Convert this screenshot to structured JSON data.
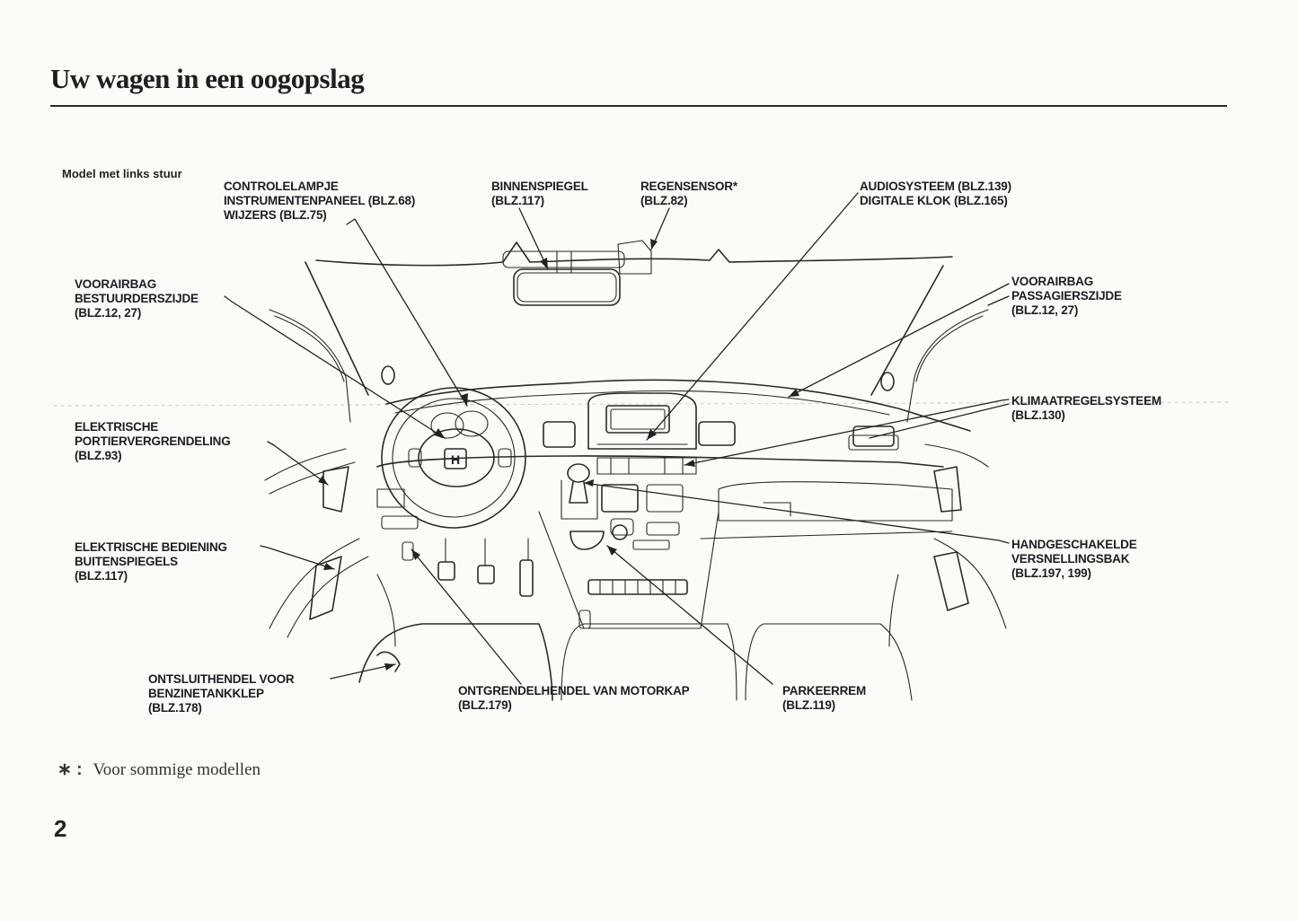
{
  "page": {
    "title": "Uw wagen in een oogopslag",
    "subtitle": "Model met links stuur",
    "page_number": "2"
  },
  "labels": {
    "controlelampje": [
      "CONTROLELAMPJE",
      "INSTRUMENTENPANEEL (BLZ.68)",
      "WIJZERS (BLZ.75)"
    ],
    "binnenspiegel": [
      "BINNENSPIEGEL",
      "(BLZ.117)"
    ],
    "regensensor": [
      "REGENSENSOR*",
      "(BLZ.82)"
    ],
    "audiosysteem": [
      "AUDIOSYSTEEM (BLZ.139)",
      "DIGITALE KLOK (BLZ.165)"
    ],
    "voorairbag_bestuurder": [
      "VOORAIRBAG",
      "BESTUURDERSZIJDE",
      "(BLZ.12, 27)"
    ],
    "voorairbag_passagier": [
      "VOORAIRBAG",
      "PASSAGIERSZIJDE",
      "(BLZ.12, 27)"
    ],
    "portiervergrendeling": [
      "ELEKTRISCHE",
      "PORTIERVERGRENDELING",
      "(BLZ.93)"
    ],
    "klimaatregelsysteem": [
      "KLIMAATREGELSYSTEEM",
      "(BLZ.130)"
    ],
    "buitenspiegels": [
      "ELEKTRISCHE BEDIENING",
      "BUITENSPIEGELS",
      "(BLZ.117)"
    ],
    "versnellingsbak": [
      "HANDGESCHAKELDE",
      "VERSNELLINGSBAK",
      "(BLZ.197, 199)"
    ],
    "benzinetankklep": [
      "ONTSLUITHENDEL VOOR",
      "BENZINETANKKLEP",
      "(BLZ.178)"
    ],
    "motorkap": [
      "ONTGRENDELHENDEL VAN MOTORKAP",
      "(BLZ.179)"
    ],
    "parkeerrem": [
      "PARKEERREM",
      "(BLZ.119)"
    ]
  },
  "footnote": {
    "symbol": "∗ :",
    "text": "Voor sommige modellen"
  },
  "diagram": {
    "emblem": "H"
  }
}
